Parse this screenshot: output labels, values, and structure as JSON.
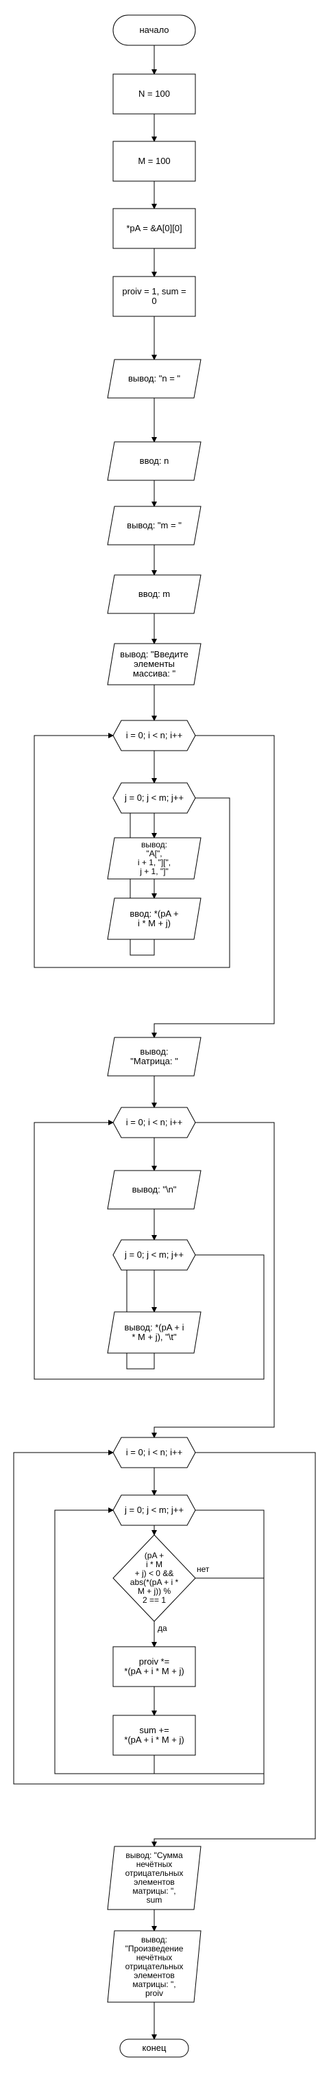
{
  "nodes": {
    "start": "начало",
    "n_assign": "N = 100",
    "m_assign": "M = 100",
    "pa_assign": "*pA = &A[0][0]",
    "init_vars": "proiv = 1, sum = 0",
    "out_n": "вывод: \"n = \"",
    "in_n": "ввод: n",
    "out_m": "вывод: \"m = \"",
    "in_m": "ввод: m",
    "out_enter": "вывод: \"Введите\nэлементы\nмассива: \"",
    "loop_i1": "i = 0; i < n; i++",
    "loop_j1": "j = 0; j < m; j++",
    "out_elem": "вывод:\n\"A[\",\ni + 1, \"][\",\nj + 1, \"]\"",
    "in_elem": "ввод: *(pA +\ni * M + j)",
    "out_matrix": "вывод:\n\"Матрица: \"",
    "loop_i2": "i = 0; i < n; i++",
    "out_newline": "вывод: \"\\n\"",
    "loop_j2": "j = 0; j < m; j++",
    "out_cell": "вывод: *(pA + i\n* M + j), \"\\t\"",
    "loop_i3": "i = 0; i < n; i++",
    "loop_j3": "j = 0; j < m; j++",
    "cond": "(pA +\ni * M\n+ j) < 0 &&\nabs(*(pA + i *\nM + j)) %\n2 == 1",
    "proiv_mul": "proiv *=\n*(pA + i * M + j)",
    "sum_add": "sum +=\n*(pA + i * M + j)",
    "out_sum": "вывод: \"Сумма\nнечётных\nотрицательных\nэлементов\nматрицы: \",\nsum",
    "out_prod": "вывод:\n\"Произведение\nнечётных\nотрицательных\nэлементов\nматрицы: \",\nproiv",
    "end": "конец"
  },
  "edge_labels": {
    "no": "нет",
    "yes": "да"
  }
}
